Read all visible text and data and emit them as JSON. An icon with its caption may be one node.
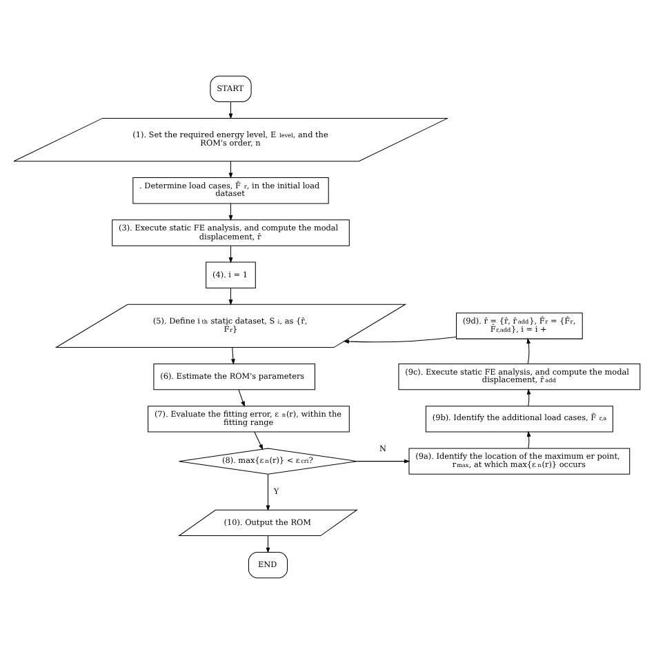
{
  "diagram": {
    "nodes": [
      {
        "text": [
          "START"
        ]
      },
      {
        "text": [
          "(1). Set the required energy level, E$_{level}$, and the ROM's order, n"
        ]
      },
      {
        "text": [
          ". Determine load cases, F̂$_{r}$, in the initial load dataset"
        ]
      },
      {
        "text": [
          "(3). Execute static FE analysis, and compute the modal displacement, r̂"
        ]
      },
      {
        "text": [
          "(4). i = 1"
        ]
      },
      {
        "text": [
          "(5). Define i$^{th}$ static dataset, S$_{i}$, as {r̂, F̂$_{r}$}"
        ]
      },
      {
        "text": [
          "(6). Estimate the ROM's parameters"
        ]
      },
      {
        "text": [
          "(7). Evaluate the fitting error, ε$_{n}$(r), within the fitting range"
        ]
      },
      {
        "text": [
          "(8). max{ε$_{n}$(r)} < ε$_{cri}$?"
        ]
      },
      {
        "text": [
          "(9a). Identify the location of the maximum er point, r$_{max}$, at which max{ε$_{n}$(r)} occurs"
        ]
      },
      {
        "text": [
          "(9b). Identify the additional load cases, F̂$_{r,a}$"
        ]
      },
      {
        "text": [
          "(9c). Execute static FE analysis, and compute the modal displacement, r̂$_{add}$"
        ]
      },
      {
        "text": [
          "(9d). r̂ = {r̂, r̂$_{add}$}, F̂$_{r}$ = {F̂$_{r}$, F̂$_{r,add}$}, i = i +"
        ]
      },
      {
        "text": [
          "(10). Output the ROM"
        ]
      },
      {
        "text": [
          "END"
        ]
      }
    ],
    "edges": [
      {
        "from": 0,
        "to": 1,
        "arrow": "to"
      },
      {
        "from": 1,
        "to": 2,
        "arrow": "to"
      },
      {
        "from": 2,
        "to": 3,
        "arrow": "to"
      },
      {
        "from": 3,
        "to": 4,
        "arrow": "to"
      },
      {
        "from": 4,
        "to": 5,
        "arrow": "to"
      },
      {
        "from": 5,
        "to": 6,
        "arrow": "to"
      },
      {
        "from": 6,
        "to": 7,
        "arrow": "to"
      },
      {
        "from": 7,
        "to": 8,
        "arrow": "to"
      },
      {
        "from": 8,
        "to": 9,
        "arrow": "to",
        "label": "N"
      },
      {
        "from": 9,
        "to": 10,
        "arrow": "to"
      },
      {
        "from": 10,
        "to": 11,
        "arrow": "to"
      },
      {
        "from": 11,
        "to": 12,
        "arrow": "to"
      },
      {
        "from": 12,
        "to": 5,
        "arrow": "to"
      },
      {
        "from": 8,
        "to": 13,
        "arrow": "to",
        "label": "Y"
      },
      {
        "from": 13,
        "to": 14,
        "arrow": "to"
      }
    ]
  }
}
